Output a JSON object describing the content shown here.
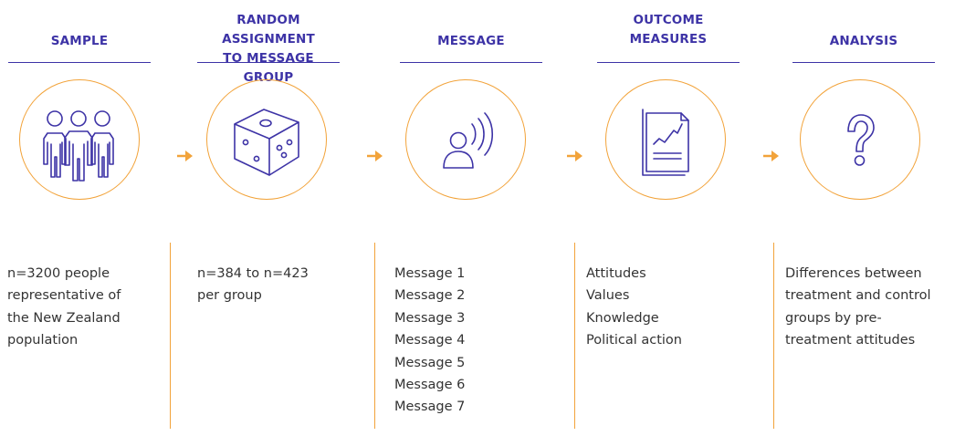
{
  "stages": [
    {
      "title_lines": [
        "SAMPLE"
      ],
      "icon": "people-group-icon",
      "items": [
        "n=3200 people",
        "representative of",
        "the New Zealand",
        "population"
      ]
    },
    {
      "title_lines": [
        "RANDOM ASSIGNMENT",
        "TO MESSAGE GROUP"
      ],
      "icon": "dice-icon",
      "items": [
        "n=384 to n=423",
        "per group"
      ]
    },
    {
      "title_lines": [
        "MESSAGE"
      ],
      "icon": "speaker-broadcast-icon",
      "items": [
        "Message 1",
        "Message 2",
        "Message 3",
        "Message 4",
        "Message 5",
        "Message 6",
        "Message 7"
      ]
    },
    {
      "title_lines": [
        "OUTCOME",
        "MEASURES"
      ],
      "icon": "report-chart-icon",
      "items": [
        "Attitudes",
        "Values",
        "Knowledge",
        "Political action"
      ]
    },
    {
      "title_lines": [
        "ANALYSIS"
      ],
      "icon": "question-mark-icon",
      "items": [
        "Differences between",
        "treatment and control",
        "groups by pre-",
        "treatment attitudes"
      ]
    }
  ],
  "colors": {
    "title": "#3d33a6",
    "accent": "#f2a33a",
    "icon": "#3d33a6",
    "text": "#333333"
  }
}
